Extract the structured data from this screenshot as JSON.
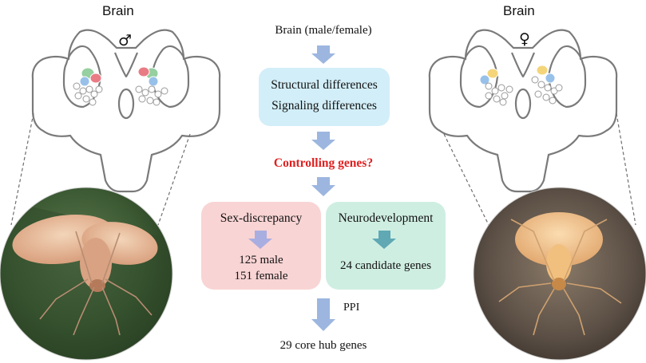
{
  "left_panel": {
    "label": "Brain",
    "sex_symbol": "♂",
    "photo": "moth-photo-male"
  },
  "right_panel": {
    "label": "Brain",
    "sex_symbol": "♀",
    "photo": "moth-photo-female"
  },
  "flow": {
    "start": "Brain (male/female)",
    "differences": [
      "Structural differences",
      "Signaling differences"
    ],
    "question": "Controlling genes?",
    "sex_box": {
      "title": "Sex-discrepancy",
      "lines": [
        "125 male",
        "151 female"
      ]
    },
    "neuro_box": {
      "title": "Neurodevelopment",
      "lines": [
        "24 candidate genes"
      ]
    },
    "ppi_label": "PPI",
    "result": "29 core hub genes"
  },
  "colors": {
    "differences_box": "#d2eef8",
    "sex_box": "#f9d4d4",
    "neuro_box": "#cfeee2",
    "arrow": "#9cb6df",
    "question": "#e02020",
    "male_glomeruli": [
      "#96cfa0",
      "#e97b84",
      "#98c1ea"
    ],
    "female_glomeruli": [
      "#f4d57a",
      "#98c1ea"
    ]
  }
}
